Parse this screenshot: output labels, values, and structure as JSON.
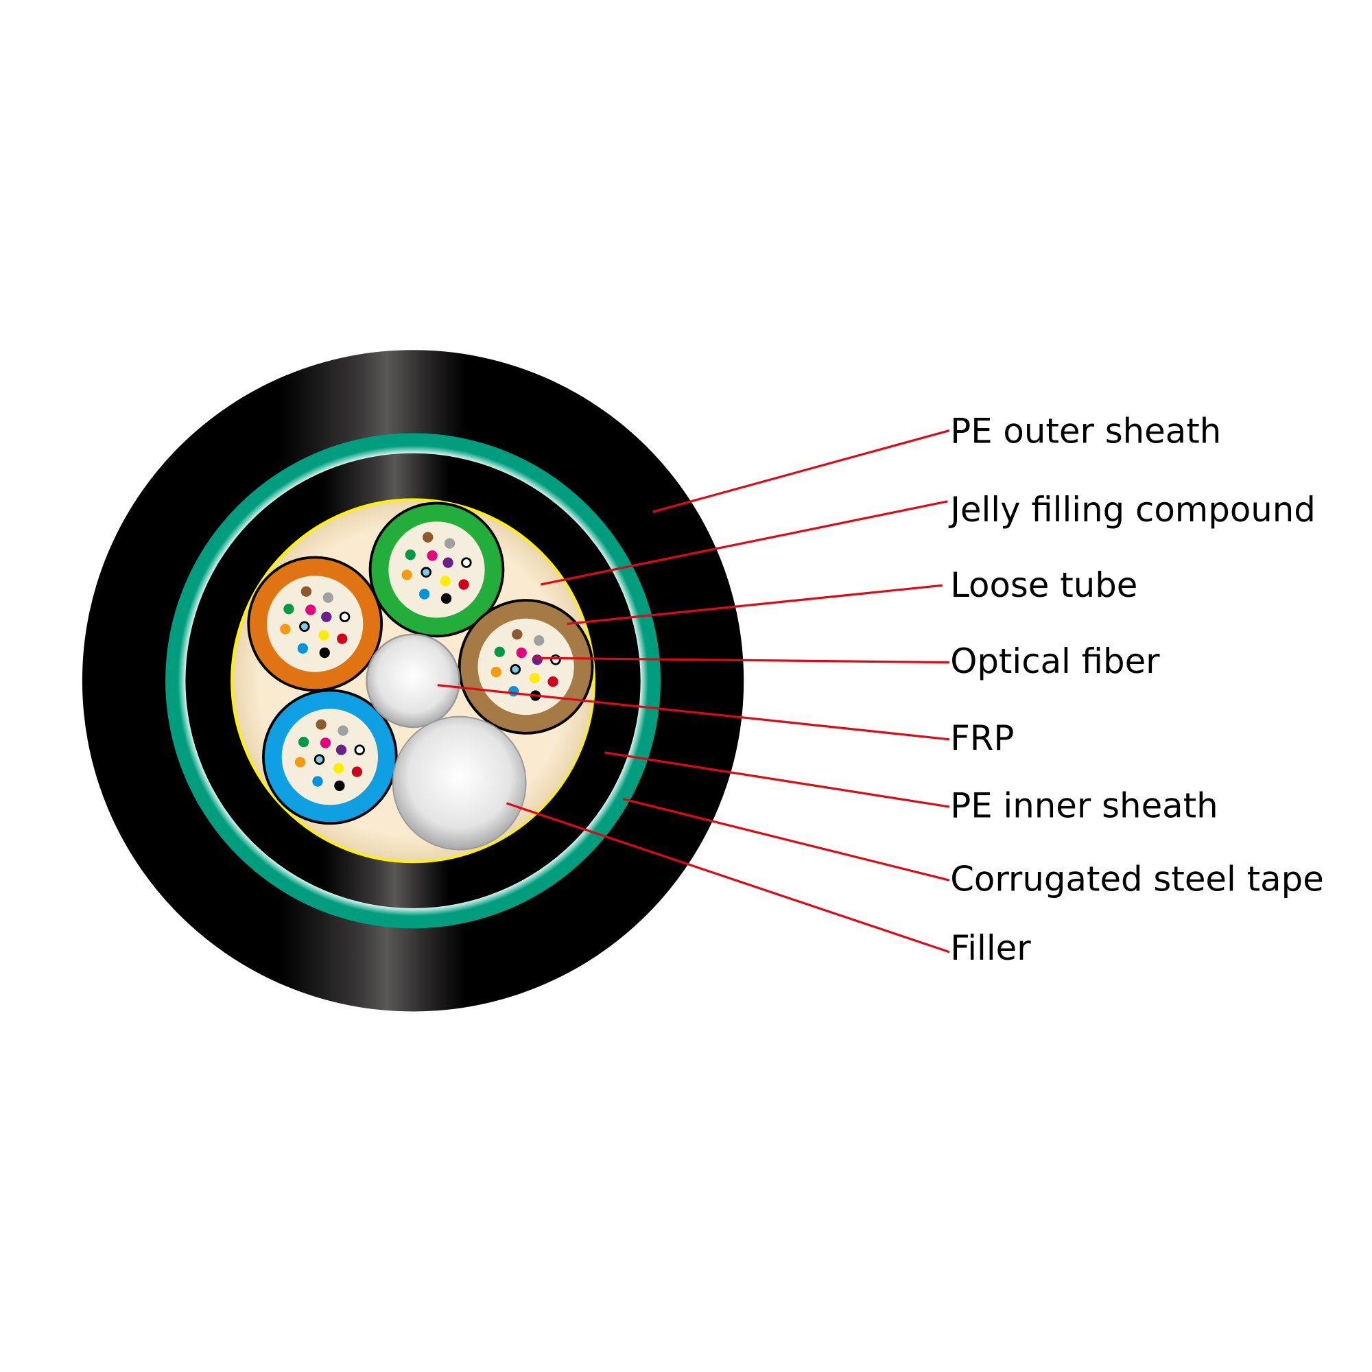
{
  "labels": {
    "pe_outer_sheath": "PE outer sheath",
    "jelly_filling_compound": "Jelly filling compound",
    "loose_tube": "Loose tube",
    "optical_fiber": "Optical fiber",
    "frp": "FRP",
    "pe_inner_sheath": "PE inner sheath",
    "corrugated_steel_tape": "Corrugated steel tape",
    "filler": "Filler"
  },
  "colors": {
    "leader_line": "#e30613",
    "steel_tape": "#009e7f",
    "jelly": "#faebd0",
    "jelly_edge": "#fff200",
    "tube_green": "#23ad3b",
    "tube_orange": "#e07413",
    "tube_brown": "#a57a44",
    "tube_blue": "#0ea0e3",
    "tube_core": "#f6eedd"
  },
  "fiber_colors": [
    "#8c5a2e",
    "#a0a0a0",
    "#009a44",
    "#e5007e",
    "#6a1f8a",
    "#ffffff",
    "#f39c12",
    "#7ecbe9",
    "#ffed00",
    "#d0021b",
    "#0095da",
    "#000000"
  ]
}
